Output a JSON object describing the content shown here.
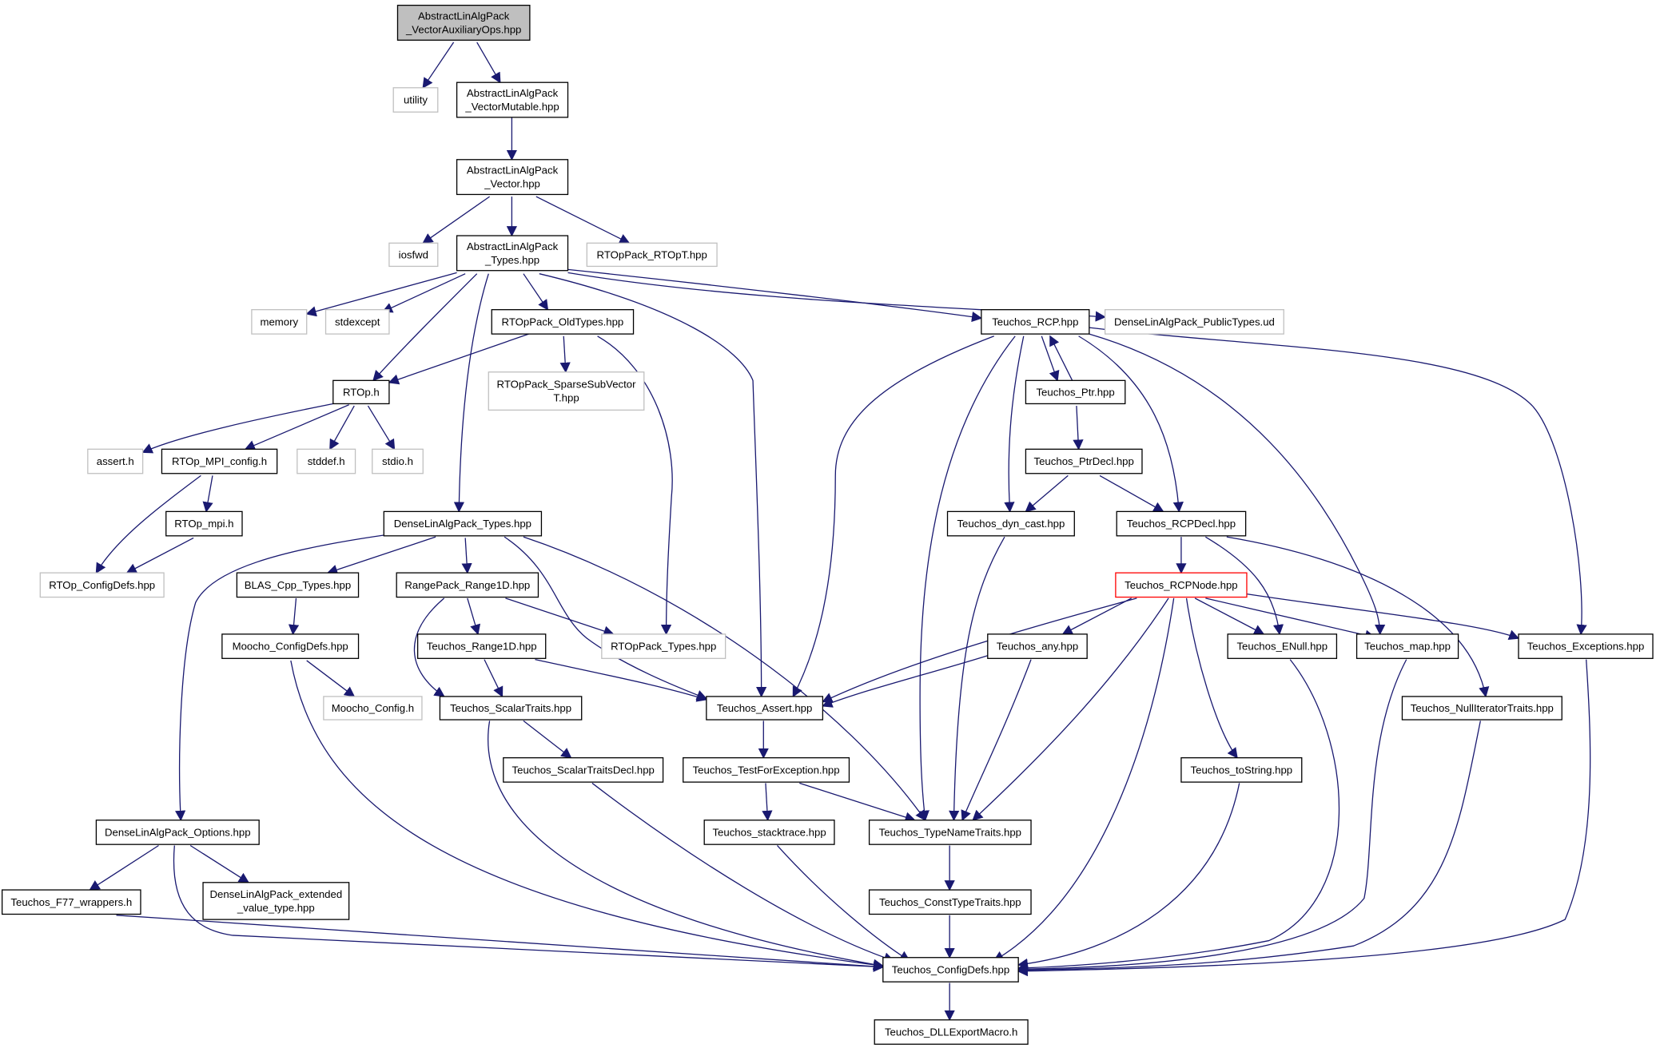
{
  "colors": {
    "edge": "#191970",
    "box_border": "#000000",
    "external_border": "#c0c0c0",
    "truncated_border": "#ff0000",
    "root_fill": "#bfbfbf",
    "text": "#000000"
  },
  "nodes": {
    "root": {
      "lines": [
        "AbstractLinAlgPack",
        "_VectorAuxiliaryOps.hpp"
      ],
      "kind": "root"
    },
    "utility": {
      "lines": [
        "utility"
      ],
      "kind": "external"
    },
    "vecmut": {
      "lines": [
        "AbstractLinAlgPack",
        "_VectorMutable.hpp"
      ],
      "kind": "normal"
    },
    "vec": {
      "lines": [
        "AbstractLinAlgPack",
        "_Vector.hpp"
      ],
      "kind": "normal"
    },
    "iosfwd": {
      "lines": [
        "iosfwd"
      ],
      "kind": "external"
    },
    "types": {
      "lines": [
        "AbstractLinAlgPack",
        "_Types.hpp"
      ],
      "kind": "normal"
    },
    "roptpack": {
      "lines": [
        "RTOpPack_RTOpT.hpp"
      ],
      "kind": "external"
    },
    "memory": {
      "lines": [
        "memory"
      ],
      "kind": "external"
    },
    "stdexcept": {
      "lines": [
        "stdexcept"
      ],
      "kind": "external"
    },
    "oldtypes": {
      "lines": [
        "RTOpPack_OldTypes.hpp"
      ],
      "kind": "normal"
    },
    "rcp": {
      "lines": [
        "Teuchos_RCP.hpp"
      ],
      "kind": "normal"
    },
    "publictypes": {
      "lines": [
        "DenseLinAlgPack_PublicTypes.ud"
      ],
      "kind": "external"
    },
    "rtoph": {
      "lines": [
        "RTOp.h"
      ],
      "kind": "normal"
    },
    "sparsesub": {
      "lines": [
        "RTOpPack_SparseSubVector",
        "T.hpp"
      ],
      "kind": "external"
    },
    "ptr": {
      "lines": [
        "Teuchos_Ptr.hpp"
      ],
      "kind": "normal"
    },
    "asserth": {
      "lines": [
        "assert.h"
      ],
      "kind": "external"
    },
    "mpiconfig": {
      "lines": [
        "RTOp_MPI_config.h"
      ],
      "kind": "normal"
    },
    "stddef": {
      "lines": [
        "stddef.h"
      ],
      "kind": "external"
    },
    "stdio": {
      "lines": [
        "stdio.h"
      ],
      "kind": "external"
    },
    "ptrdecl": {
      "lines": [
        "Teuchos_PtrDecl.hpp"
      ],
      "kind": "normal"
    },
    "dlatypes": {
      "lines": [
        "DenseLinAlgPack_Types.hpp"
      ],
      "kind": "normal"
    },
    "rtopmpi": {
      "lines": [
        "RTOp_mpi.h"
      ],
      "kind": "normal"
    },
    "dyncast": {
      "lines": [
        "Teuchos_dyn_cast.hpp"
      ],
      "kind": "normal"
    },
    "rcpdecl": {
      "lines": [
        "Teuchos_RCPDecl.hpp"
      ],
      "kind": "normal"
    },
    "rtopconfig": {
      "lines": [
        "RTOp_ConfigDefs.hpp"
      ],
      "kind": "external"
    },
    "blas": {
      "lines": [
        "BLAS_Cpp_Types.hpp"
      ],
      "kind": "normal"
    },
    "range1d": {
      "lines": [
        "RangePack_Range1D.hpp"
      ],
      "kind": "normal"
    },
    "rcpnode": {
      "lines": [
        "Teuchos_RCPNode.hpp"
      ],
      "kind": "truncated"
    },
    "moochocfg": {
      "lines": [
        "Moocho_ConfigDefs.hpp"
      ],
      "kind": "normal"
    },
    "trange1d": {
      "lines": [
        "Teuchos_Range1D.hpp"
      ],
      "kind": "normal"
    },
    "rtoptypes": {
      "lines": [
        "RTOpPack_Types.hpp"
      ],
      "kind": "external"
    },
    "any": {
      "lines": [
        "Teuchos_any.hpp"
      ],
      "kind": "normal"
    },
    "enull": {
      "lines": [
        "Teuchos_ENull.hpp"
      ],
      "kind": "normal"
    },
    "tmap": {
      "lines": [
        "Teuchos_map.hpp"
      ],
      "kind": "normal"
    },
    "exceptions": {
      "lines": [
        "Teuchos_Exceptions.hpp"
      ],
      "kind": "normal"
    },
    "moochoconfig": {
      "lines": [
        "Moocho_Config.h"
      ],
      "kind": "external"
    },
    "scalartraits": {
      "lines": [
        "Teuchos_ScalarTraits.hpp"
      ],
      "kind": "normal"
    },
    "tassert": {
      "lines": [
        "Teuchos_Assert.hpp"
      ],
      "kind": "normal"
    },
    "nulliter": {
      "lines": [
        "Teuchos_NullIteratorTraits.hpp"
      ],
      "kind": "normal"
    },
    "scalartraitsdecl": {
      "lines": [
        "Teuchos_ScalarTraitsDecl.hpp"
      ],
      "kind": "normal"
    },
    "testforexc": {
      "lines": [
        "Teuchos_TestForException.hpp"
      ],
      "kind": "normal"
    },
    "tostring": {
      "lines": [
        "Teuchos_toString.hpp"
      ],
      "kind": "normal"
    },
    "dlaoptions": {
      "lines": [
        "DenseLinAlgPack_Options.hpp"
      ],
      "kind": "normal"
    },
    "stacktrace": {
      "lines": [
        "Teuchos_stacktrace.hpp"
      ],
      "kind": "normal"
    },
    "typename": {
      "lines": [
        "Teuchos_TypeNameTraits.hpp"
      ],
      "kind": "normal"
    },
    "f77": {
      "lines": [
        "Teuchos_F77_wrappers.h"
      ],
      "kind": "normal"
    },
    "extended": {
      "lines": [
        "DenseLinAlgPack_extended",
        "_value_type.hpp"
      ],
      "kind": "normal"
    },
    "consttype": {
      "lines": [
        "Teuchos_ConstTypeTraits.hpp"
      ],
      "kind": "normal"
    },
    "tconfig": {
      "lines": [
        "Teuchos_ConfigDefs.hpp"
      ],
      "kind": "normal"
    },
    "dllexport": {
      "lines": [
        "Teuchos_DLLExportMacro.h"
      ],
      "kind": "normal"
    }
  }
}
